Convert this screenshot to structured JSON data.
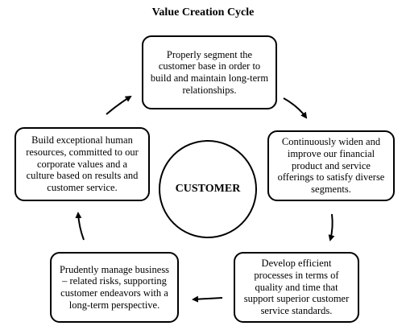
{
  "title": "Value Creation Cycle",
  "center_label": "CUSTOMER",
  "boxes": {
    "top": "Properly segment the customer base in order to build and maintain long-term relationships.",
    "right": "Continuously widen and improve our financial product and service offerings to satisfy diverse segments.",
    "bottom_right": "Develop efficient processes in terms of quality and time that support superior customer service standards.",
    "bottom_left": "Prudently manage business – related risks, supporting customer endeavors with a long-term perspective.",
    "left": "Build exceptional human resources, committed to our corporate values and a culture based on results and customer service."
  }
}
